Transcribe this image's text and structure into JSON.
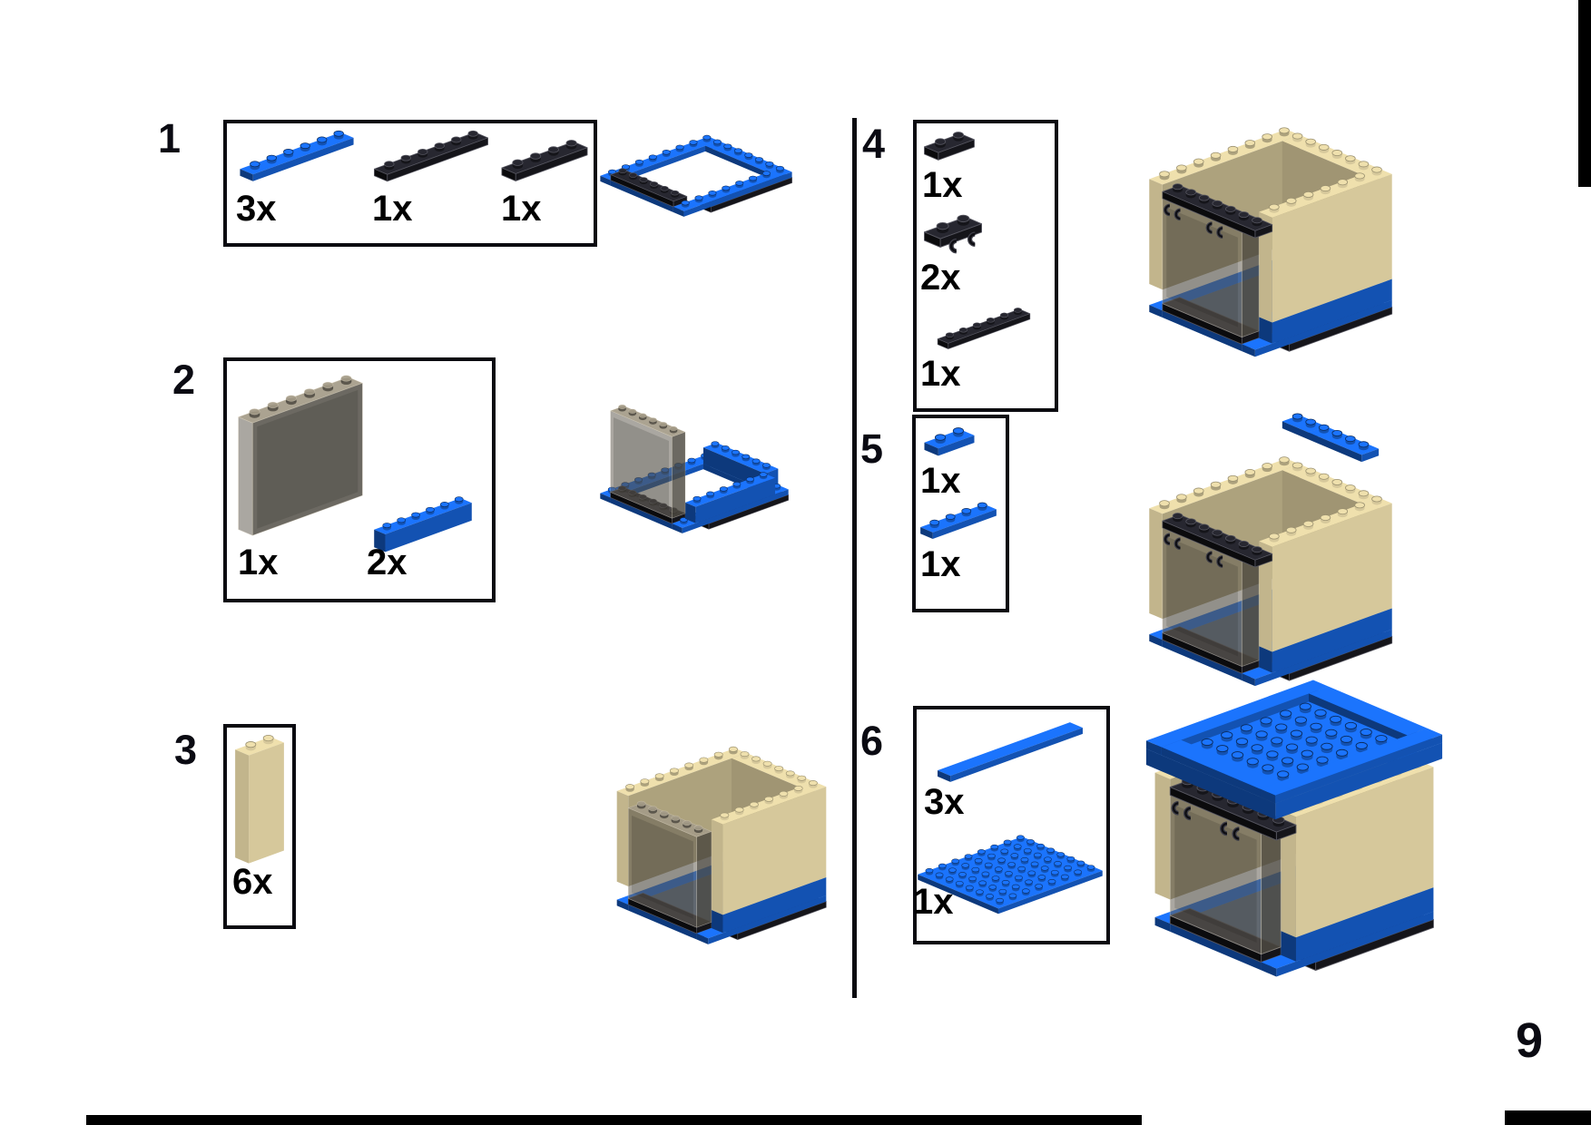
{
  "page": {
    "number": "9"
  },
  "colors": {
    "blue": "#1866DE",
    "black": "#1A1A20",
    "tan": "#E4D5A5",
    "trans_smoke": "#6A6458",
    "slate_floor": "#5E7492"
  },
  "steps": [
    {
      "number": "1",
      "parts": [
        {
          "piece": "plate-1x6-blue",
          "qty": "3x"
        },
        {
          "piece": "plate-1x6-black",
          "qty": "1x"
        },
        {
          "piece": "plate-1x4-black",
          "qty": "1x"
        }
      ],
      "assembly": "base-frame"
    },
    {
      "number": "2",
      "parts": [
        {
          "piece": "panel-1x6x5-trans",
          "qty": "1x"
        },
        {
          "piece": "brick-1x6-blue",
          "qty": "2x"
        }
      ],
      "assembly": "panel-on-frame"
    },
    {
      "number": "3",
      "parts": [
        {
          "piece": "brick-1x2x5-tan",
          "qty": "6x"
        }
      ],
      "assembly": "tan-walls"
    },
    {
      "number": "4",
      "parts": [
        {
          "piece": "plate-1x2-black",
          "qty": "1x"
        },
        {
          "piece": "clip-plate-1x2-black",
          "qty": "2x"
        },
        {
          "piece": "plate-1x6-black",
          "qty": "1x"
        }
      ],
      "assembly": "black-top-rim"
    },
    {
      "number": "5",
      "parts": [
        {
          "piece": "plate-1x2-blue",
          "qty": "1x"
        },
        {
          "piece": "plate-1x4-blue",
          "qty": "1x"
        }
      ],
      "assembly": "blue-top-plates"
    },
    {
      "number": "6",
      "parts": [
        {
          "piece": "tile-1x8-blue",
          "qty": "3x"
        },
        {
          "piece": "plate-8x8-blue",
          "qty": "1x"
        }
      ],
      "assembly": "blue-lid"
    }
  ]
}
